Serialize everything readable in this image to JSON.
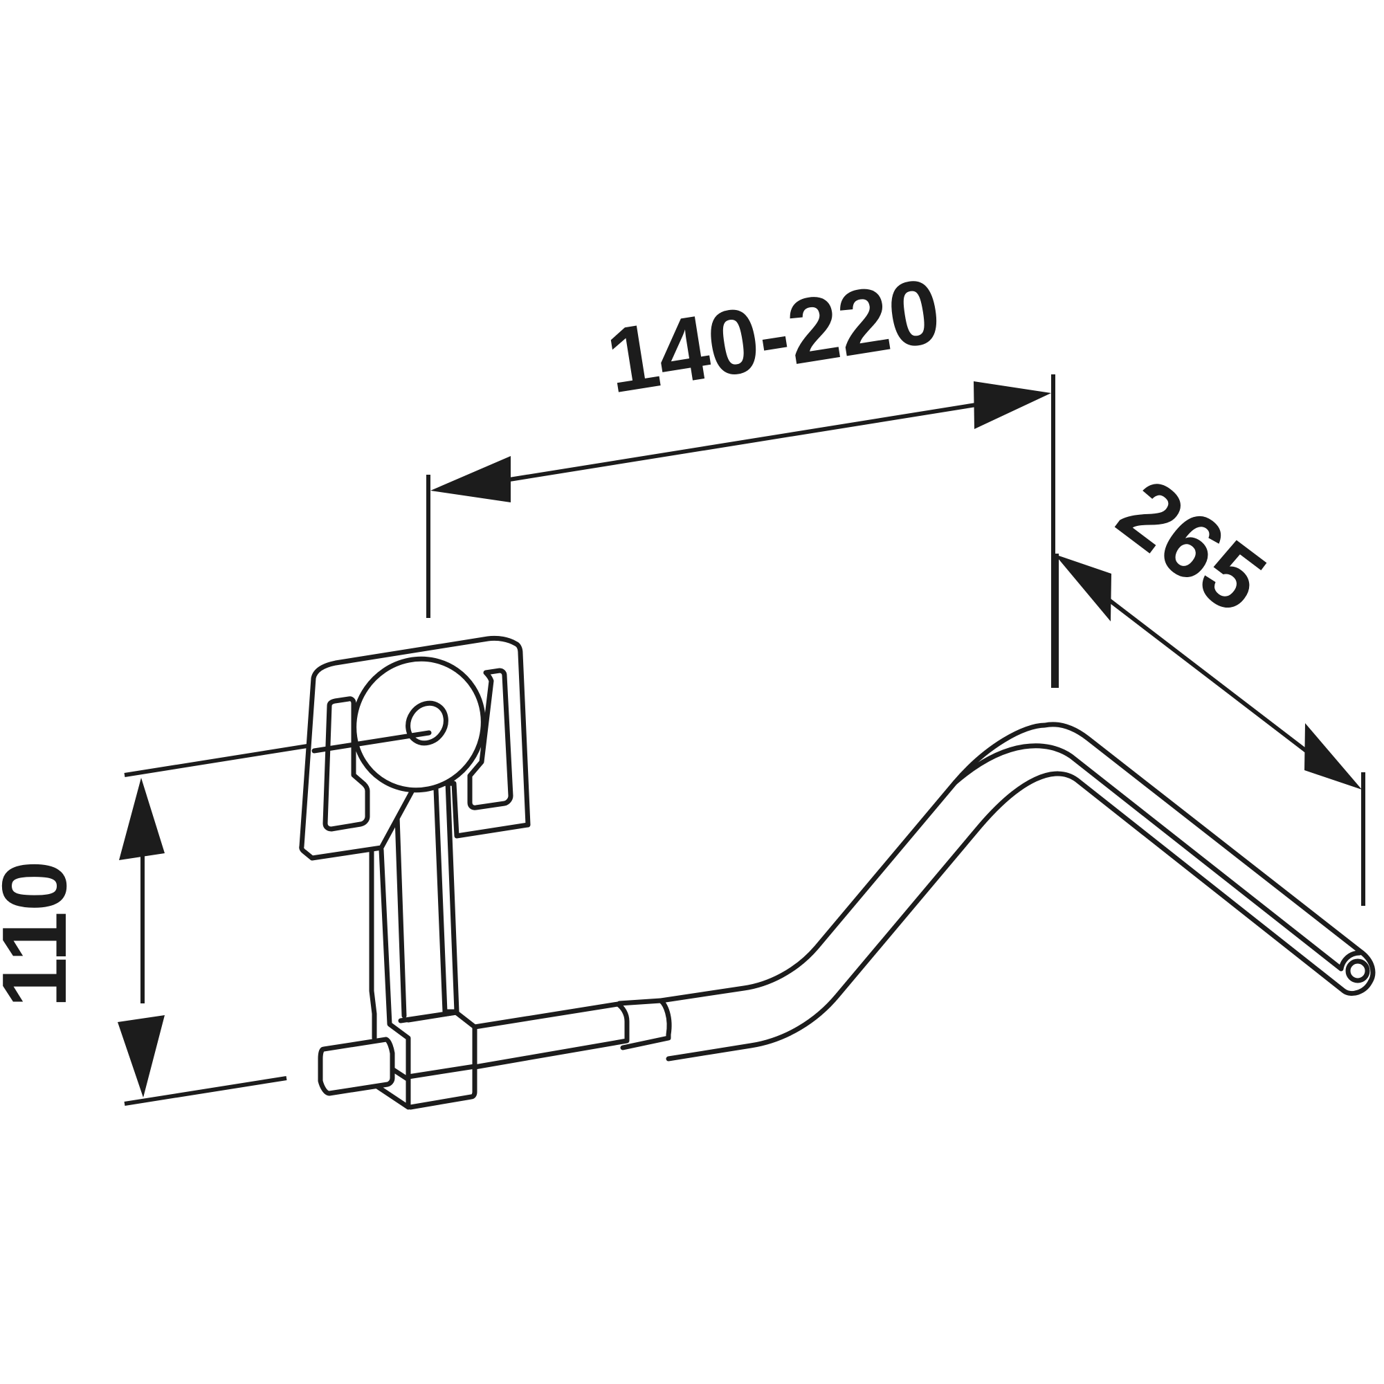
{
  "dimensions": {
    "width_range": "140-220",
    "depth": "265",
    "height": "110"
  },
  "colors": {
    "line": "#1c1c1c",
    "background": "#ffffff"
  },
  "icons": [
    "drain-outlet-icon",
    "siphon-pipe-icon"
  ]
}
